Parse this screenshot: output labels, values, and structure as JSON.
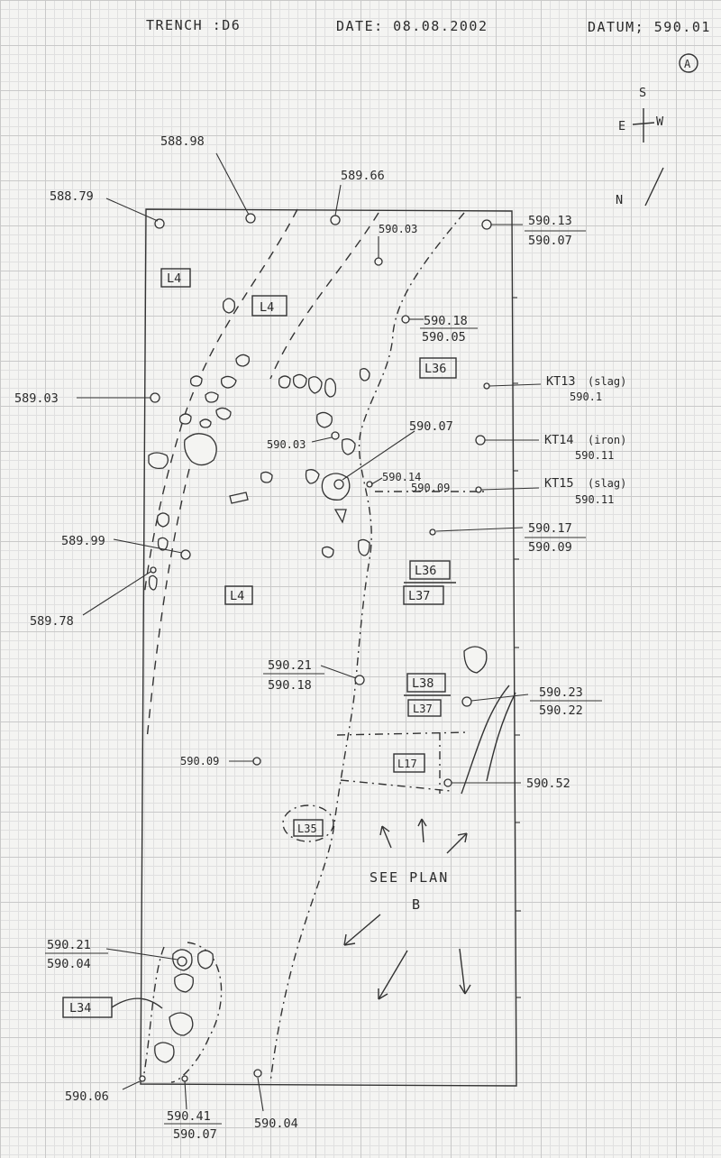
{
  "header": {
    "trench": "TRENCH :D6",
    "date": "DATE: 08.08.2002",
    "datum": "DATUM; 590.01",
    "sheet_id": "A"
  },
  "compass": {
    "s": "S",
    "e": "E",
    "w": "W",
    "n": "N"
  },
  "levels": {
    "l1": "588.79",
    "l2": "588.98",
    "l3": "589.66",
    "l4": "590.03",
    "l5_top": "590.13",
    "l5_bottom": "590.07",
    "l6_top": "590.18",
    "l6_bottom": "590.05",
    "l7": "589.03",
    "l8": "590.03",
    "l9": "590.07",
    "l10_top": "590.14",
    "l10_bottom": "590.09",
    "l11_top": "590.17",
    "l11_bottom": "590.09",
    "l12": "589.99",
    "l13": "589.78",
    "l14_top": "590.21",
    "l14_bottom": "590.18",
    "l15_top": "590.23",
    "l15_bottom": "590.22",
    "l16": "590.09",
    "l17": "590.52",
    "l18_top": "590.21",
    "l18_bottom": "590.04",
    "l19": "590.06",
    "l20_top": "590.41",
    "l20_bottom": "590.07",
    "l21": "590.04"
  },
  "finds": {
    "kt13_label": "KT13",
    "kt13_note": "(slag)",
    "kt13_level": "590.1",
    "kt14_label": "KT14",
    "kt14_note": "(iron)",
    "kt14_level": "590.11",
    "kt15_label": "KT15",
    "kt15_note": "(slag)",
    "kt15_level": "590.11"
  },
  "loci": {
    "l4_a": "L4",
    "l4_b": "L4",
    "l4_c": "L4",
    "l36_a": "L36",
    "l36_b": "L36",
    "l37_a": "L37",
    "l38": "L38",
    "l37_b": "L37",
    "l17": "L17",
    "l35": "L35",
    "l34": "L34"
  },
  "note": {
    "line1": "SEE PLAN",
    "line2": "B"
  }
}
